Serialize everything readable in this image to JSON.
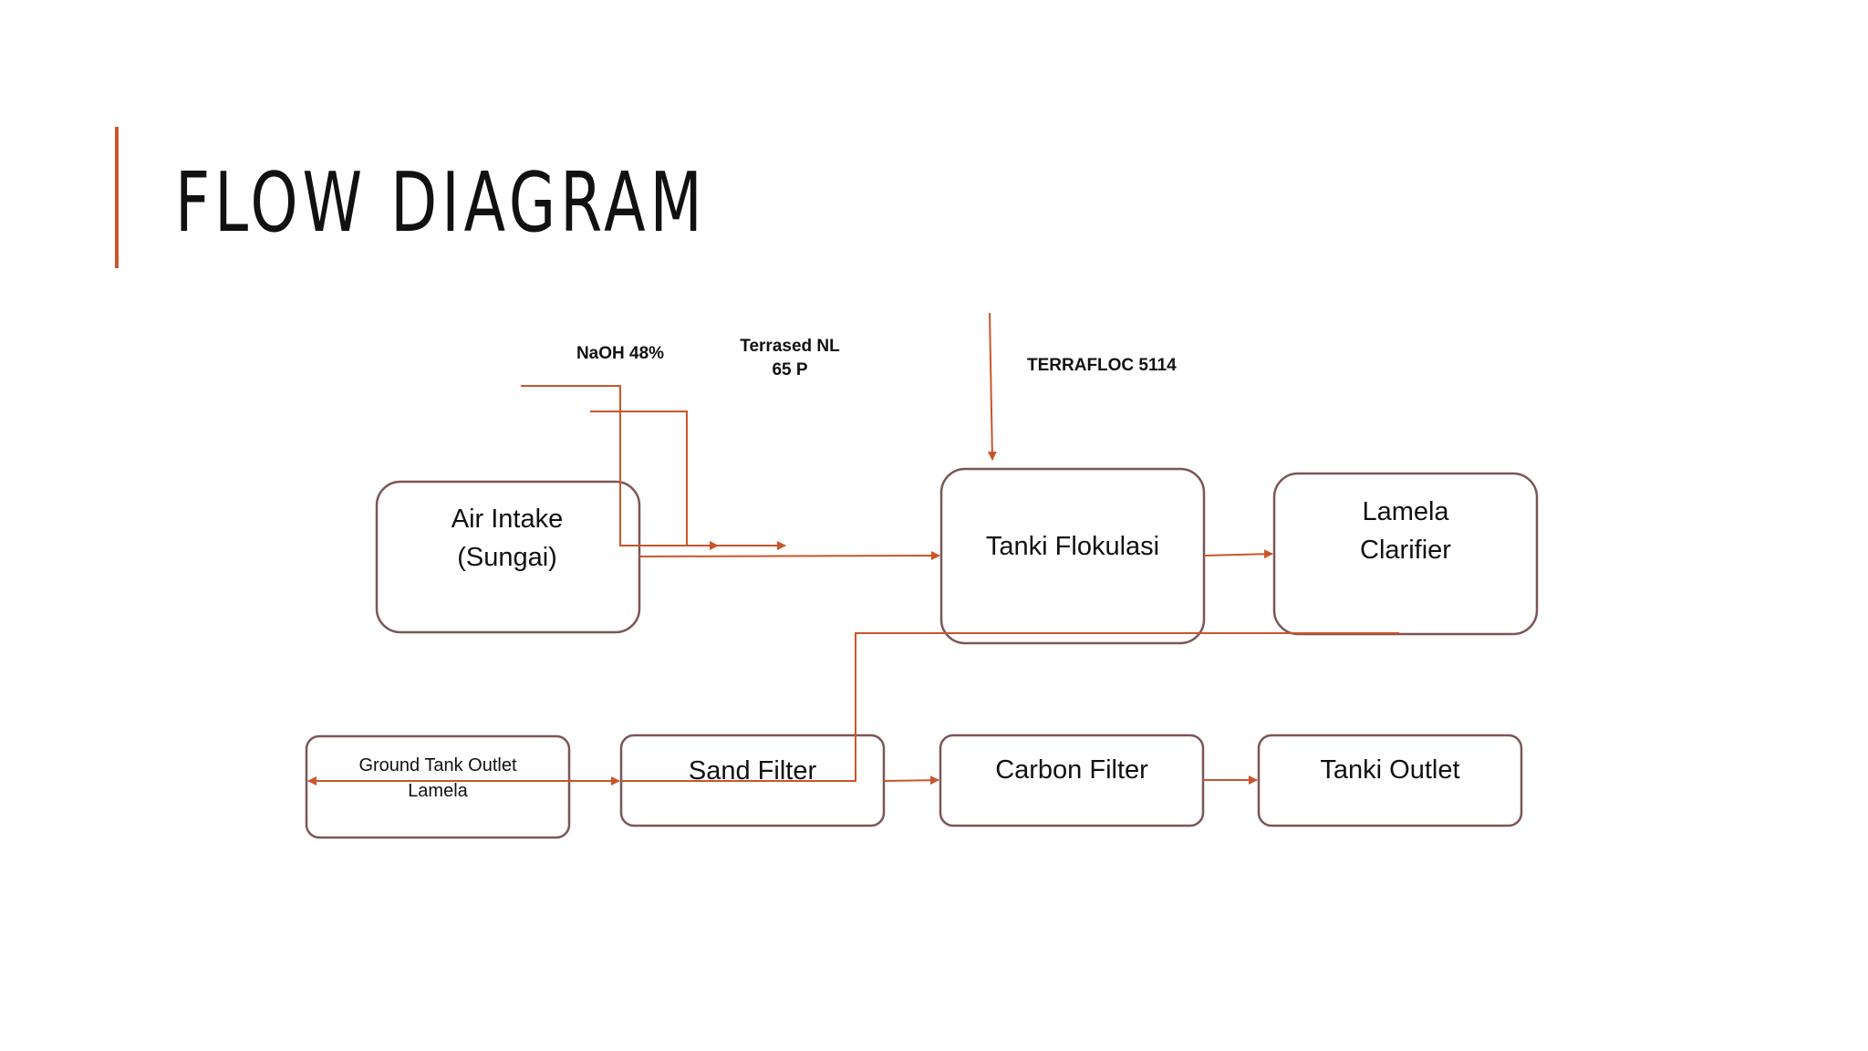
{
  "slide": {
    "title": "FLOW DIAGRAM",
    "accent_color": "#c9562b"
  },
  "chemicals": {
    "naoh": "NaOH 48%",
    "terrased_line1": "Terrased NL",
    "terrased_line2": "65 P",
    "terrafloc": "TERRAFLOC 5114"
  },
  "nodes": {
    "air_intake": {
      "line1": "Air Intake",
      "line2": "(Sungai)"
    },
    "tanki_flokulasi": {
      "line1": "Tanki Flokulasi"
    },
    "lamela_clarifier": {
      "line1": "Lamela",
      "line2": "Clarifier"
    },
    "ground_tank": {
      "line1": "Ground Tank Outlet",
      "line2": "Lamela"
    },
    "sand_filter": {
      "line1": "Sand Filter"
    },
    "carbon_filter": {
      "line1": "Carbon Filter"
    },
    "tanki_outlet": {
      "line1": "Tanki Outlet"
    }
  },
  "colors": {
    "flow_line": "#c9562b",
    "box_border": "#7d5555"
  }
}
